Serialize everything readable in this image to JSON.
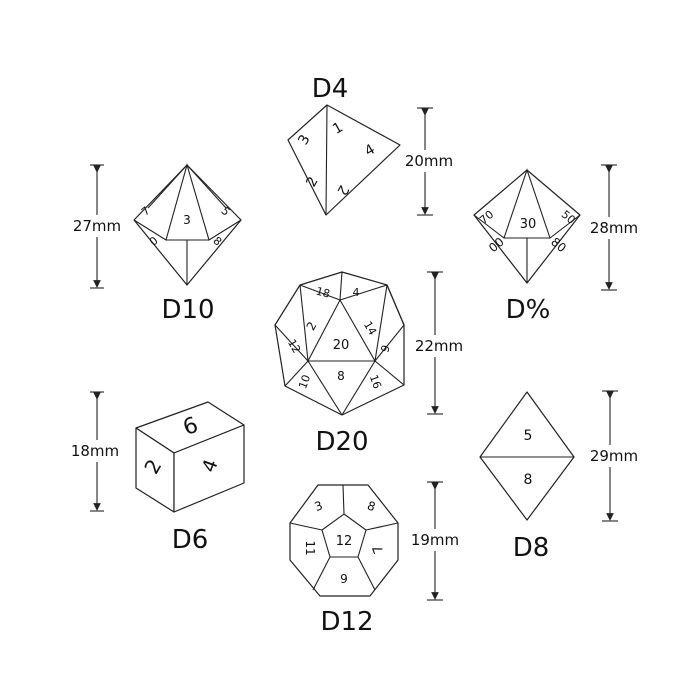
{
  "dice": {
    "d4": {
      "label": "D4",
      "size": "20mm",
      "faces": [
        "1",
        "4",
        "3",
        "2",
        "2"
      ]
    },
    "d10": {
      "label": "D10",
      "size": "27mm",
      "faces": [
        "3",
        "7",
        "5",
        "0",
        "8"
      ]
    },
    "dpct": {
      "label": "D%",
      "size": "28mm",
      "faces": [
        "30",
        "70",
        "50",
        "00",
        "80"
      ]
    },
    "d20": {
      "label": "D20",
      "size": "22mm",
      "faces": [
        "18",
        "4",
        "2",
        "14",
        "20",
        "12",
        "9",
        "8",
        "10",
        "16"
      ]
    },
    "d6": {
      "label": "D6",
      "size": "18mm",
      "faces": [
        "6",
        "2",
        "4"
      ]
    },
    "d8": {
      "label": "D8",
      "size": "29mm",
      "faces": [
        "5",
        "8"
      ]
    },
    "d12": {
      "label": "D12",
      "size": "19mm",
      "faces": [
        "3",
        "8",
        "12",
        "11",
        "7",
        "9"
      ]
    }
  }
}
